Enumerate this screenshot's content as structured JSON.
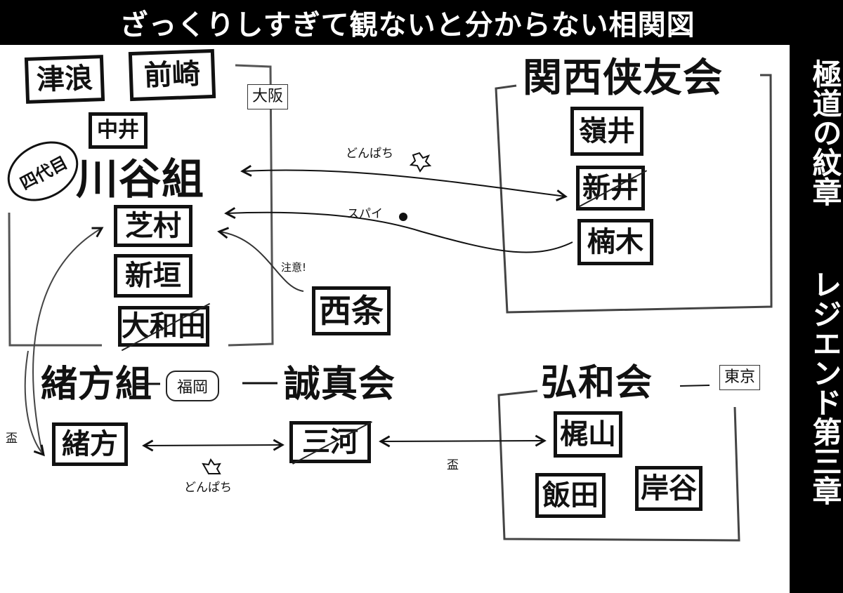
{
  "title": "ざっくりしすぎて観ないと分からない相関図",
  "side_title": {
    "line1": "極道の紋章",
    "line2": "レジエンド第三章"
  },
  "groups": {
    "kawatani": {
      "name": "川谷組",
      "badge": "四代目",
      "location": "大阪",
      "outer_members": [
        "津浪",
        "前崎",
        "中井"
      ],
      "members": [
        {
          "name": "芝村",
          "struck": false
        },
        {
          "name": "新垣",
          "struck": false
        },
        {
          "name": "大和田",
          "struck": true
        }
      ]
    },
    "saijo": {
      "name": "西条"
    },
    "kansai": {
      "name": "関西侠友会",
      "members": [
        {
          "name": "嶺井",
          "struck": false
        },
        {
          "name": "新井",
          "struck": true
        },
        {
          "name": "楠木",
          "struck": false
        }
      ]
    },
    "ogata_gumi": {
      "name": "緒方組",
      "members": [
        {
          "name": "緒方",
          "struck": false
        }
      ]
    },
    "fukuoka": {
      "label": "福岡"
    },
    "seishinkai": {
      "name": "誠真会",
      "members": [
        {
          "name": "三河",
          "struck": true
        }
      ]
    },
    "kouwakai": {
      "name": "弘和会",
      "location": "東京",
      "members": [
        {
          "name": "梶山",
          "struck": false
        },
        {
          "name": "飯田",
          "struck": false
        },
        {
          "name": "岸谷",
          "struck": false
        }
      ]
    }
  },
  "relations": {
    "donpachi_top": "どんぱち",
    "spy": "スパイ",
    "caution": "注意!",
    "sakazuki_left": "盃",
    "donpachi_bottom": "どんぱち",
    "sakazuki_right": "盃"
  }
}
